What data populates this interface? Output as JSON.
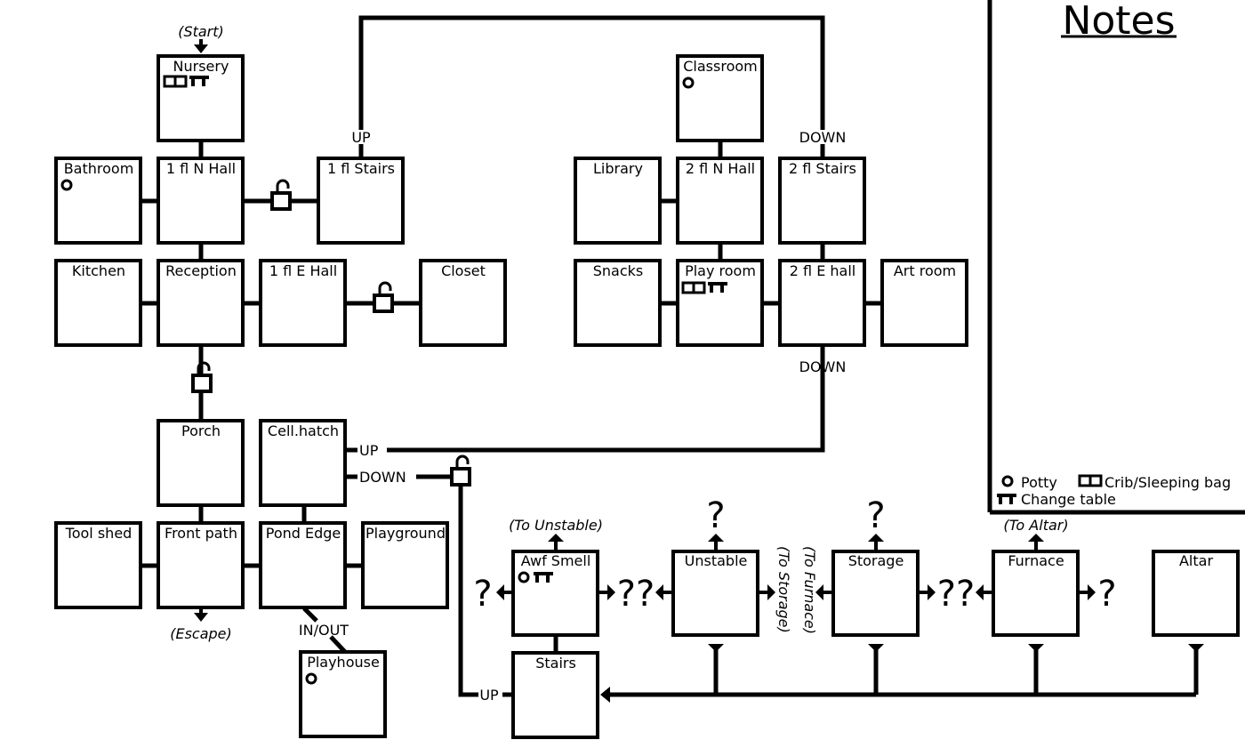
{
  "map": {
    "rooms": {
      "nursery": "Nursery",
      "bathroom": "Bathroom",
      "n_hall_1": "1 fl N Hall",
      "stairs_1": "1 fl Stairs",
      "kitchen": "Kitchen",
      "reception": "Reception",
      "e_hall_1": "1 fl E Hall",
      "closet": "Closet",
      "porch": "Porch",
      "cell_hatch": "Cell.hatch",
      "tool_shed": "Tool shed",
      "front_path": "Front path",
      "pond_edge": "Pond Edge",
      "playground": "Playground",
      "playhouse": "Playhouse",
      "classroom": "Classroom",
      "library": "Library",
      "n_hall_2": "2 fl N Hall",
      "stairs_2": "2 fl Stairs",
      "snacks": "Snacks",
      "play_room": "Play room",
      "e_hall_2": "2 fl E hall",
      "art_room": "Art room",
      "awf_smell": "Awf Smell",
      "unstable": "Unstable",
      "storage": "Storage",
      "furnace": "Furnace",
      "altar": "Altar",
      "cellar_stairs": "Stairs"
    },
    "labels": {
      "start": "(Start)",
      "escape": "(Escape)",
      "up": "UP",
      "down": "DOWN",
      "in_out": "IN/OUT",
      "to_unstable": "(To Unstable)",
      "to_altar": "(To Altar)",
      "to_storage": "(To Storage)",
      "to_furnace": "(To Furnace)",
      "q": "?",
      "qq": "??"
    },
    "notes": {
      "title": "Notes"
    },
    "legend": {
      "potty": "Potty",
      "crib": "Crib/Sleeping bag",
      "change_table": "Change table"
    }
  }
}
